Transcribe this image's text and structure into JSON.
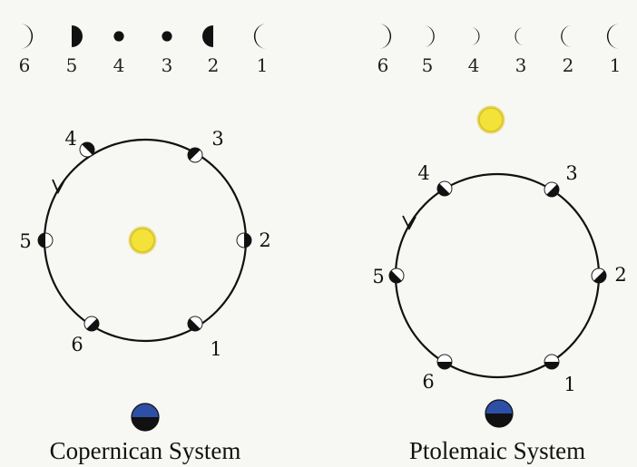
{
  "colors": {
    "background": "#f7f7f3",
    "sun": "#f2e23a",
    "sun_rim": "#d8c21e",
    "earth_top": "#2d4fa6",
    "earth_bottom": "#111111",
    "planet_dark": "#111111",
    "planet_light": "#ffffff",
    "orbit": "#111111"
  },
  "copernican": {
    "title": "Copernican System",
    "phases": [
      {
        "label": "6",
        "phase": "waning-crescent",
        "icon": "waning-crescent-icon"
      },
      {
        "label": "5",
        "phase": "waning-half",
        "icon": "waning-half-icon"
      },
      {
        "label": "4",
        "phase": "full",
        "icon": "full-disc-icon"
      },
      {
        "label": "3",
        "phase": "full",
        "icon": "full-disc-icon"
      },
      {
        "label": "2",
        "phase": "waxing-half",
        "icon": "waxing-half-icon"
      },
      {
        "label": "1",
        "phase": "waxing-crescent",
        "icon": "waxing-crescent-icon"
      }
    ],
    "positions": [
      {
        "label": "1"
      },
      {
        "label": "2"
      },
      {
        "label": "3"
      },
      {
        "label": "4"
      },
      {
        "label": "5"
      },
      {
        "label": "6"
      }
    ]
  },
  "ptolemaic": {
    "title": "Ptolemaic System",
    "phases": [
      {
        "label": "6",
        "phase": "waning-crescent",
        "icon": "waning-crescent-icon"
      },
      {
        "label": "5",
        "phase": "waning-crescent",
        "icon": "waning-crescent-icon"
      },
      {
        "label": "4",
        "phase": "waning-crescent",
        "icon": "waning-crescent-icon"
      },
      {
        "label": "3",
        "phase": "waxing-crescent",
        "icon": "waxing-crescent-icon"
      },
      {
        "label": "2",
        "phase": "waxing-crescent",
        "icon": "waxing-crescent-icon"
      },
      {
        "label": "1",
        "phase": "waxing-crescent",
        "icon": "waxing-crescent-icon"
      }
    ],
    "positions": [
      {
        "label": "1"
      },
      {
        "label": "2"
      },
      {
        "label": "3"
      },
      {
        "label": "4"
      },
      {
        "label": "5"
      },
      {
        "label": "6"
      }
    ]
  }
}
